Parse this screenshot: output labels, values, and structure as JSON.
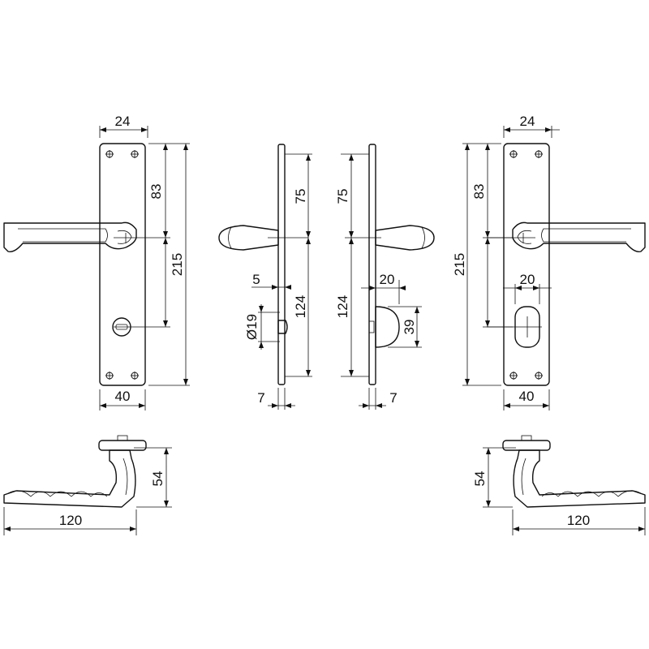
{
  "dimensions": {
    "left_plate_width": "24",
    "left_spindle_from_top": "83",
    "left_plate_height": "215",
    "left_plate_base_width": "40",
    "side_a_top_to_spindle": "75",
    "side_a_spindle_to_bottom": "124",
    "side_a_offset": "5",
    "side_a_rose_diameter": "Ø19",
    "side_a_thickness": "7",
    "side_b_top_to_spindle": "75",
    "side_b_spindle_to_bottom": "124",
    "side_b_knob_projection": "20",
    "side_b_knob_height": "39",
    "side_b_thickness": "7",
    "right_plate_width": "24",
    "right_spindle_from_top": "83",
    "right_plate_height": "215",
    "right_knob_width": "20",
    "right_plate_base_width": "40",
    "left_handle_height": "54",
    "left_handle_length": "120",
    "right_handle_height": "54",
    "right_handle_length": "120"
  }
}
